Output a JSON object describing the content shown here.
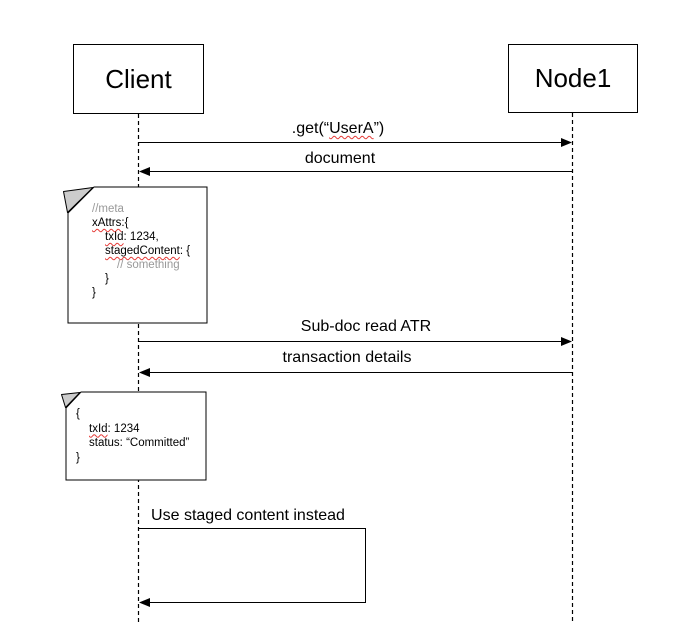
{
  "diagram": {
    "type": "sequence-diagram",
    "background": "#ffffff",
    "colors": {
      "line": "#000000",
      "box_fill": "#ffffff",
      "note_fill": "#ffffff",
      "note_fold": "#cccccc",
      "muted_text": "#999999",
      "spellcheck_squiggle": "#e53935"
    },
    "actors": [
      {
        "id": "client",
        "label": "Client"
      },
      {
        "id": "node1",
        "label": "Node1"
      }
    ],
    "messages": [
      {
        "id": "get-usera",
        "from": "Client",
        "to": "Node1",
        "direction": "right",
        "label": ".get(“UserA”)",
        "parts": [
          {
            "text": ".get(“",
            "style": "normal"
          },
          {
            "text": "UserA",
            "style": "misspelled"
          },
          {
            "text": "”)",
            "style": "normal"
          }
        ]
      },
      {
        "id": "document",
        "from": "Node1",
        "to": "Client",
        "direction": "left",
        "label": "document",
        "parts": [
          {
            "text": "document",
            "style": "normal"
          }
        ]
      },
      {
        "id": "sub-doc-read-atr",
        "from": "Client",
        "to": "Node1",
        "direction": "right",
        "label": "Sub-doc read ATR",
        "parts": [
          {
            "text": "Sub-doc read ATR",
            "style": "normal"
          }
        ]
      },
      {
        "id": "transaction-details",
        "from": "Node1",
        "to": "Client",
        "direction": "left",
        "label": "transaction details",
        "parts": [
          {
            "text": "transaction details",
            "style": "normal"
          }
        ]
      },
      {
        "id": "use-staged-content",
        "from": "Client",
        "to": "Client",
        "direction": "self",
        "label": "Use staged content instead",
        "parts": [
          {
            "text": "Use staged content instead",
            "style": "normal"
          }
        ]
      }
    ],
    "notes": [
      {
        "id": "meta-note",
        "attached_to": "Client",
        "lines": [
          {
            "indent": 0,
            "parts": [
              {
                "text": "//meta",
                "style": "muted"
              }
            ]
          },
          {
            "indent": 0,
            "parts": [
              {
                "text": "xAttrs",
                "style": "misspelled"
              },
              {
                "text": ":{",
                "style": "normal"
              }
            ]
          },
          {
            "indent": 1,
            "parts": [
              {
                "text": "txId",
                "style": "misspelled"
              },
              {
                "text": ": 1234,",
                "style": "normal"
              }
            ]
          },
          {
            "indent": 1,
            "parts": [
              {
                "text": "stagedContent",
                "style": "misspelled"
              },
              {
                "text": ": {",
                "style": "normal"
              }
            ]
          },
          {
            "indent": 2,
            "parts": [
              {
                "text": "// something",
                "style": "muted"
              }
            ]
          },
          {
            "indent": 1,
            "parts": [
              {
                "text": "}",
                "style": "normal"
              }
            ]
          },
          {
            "indent": 0,
            "parts": [
              {
                "text": "}",
                "style": "normal"
              }
            ]
          }
        ]
      },
      {
        "id": "transaction-note",
        "attached_to": "Client",
        "lines": [
          {
            "indent": 0,
            "parts": [
              {
                "text": "{",
                "style": "normal"
              }
            ]
          },
          {
            "indent": 1,
            "parts": [
              {
                "text": "txId",
                "style": "misspelled"
              },
              {
                "text": ": 1234",
                "style": "normal"
              }
            ]
          },
          {
            "indent": 1,
            "parts": [
              {
                "text": "status: “Committed”",
                "style": "normal"
              }
            ]
          },
          {
            "indent": 0,
            "parts": [
              {
                "text": "}",
                "style": "normal"
              }
            ]
          }
        ]
      }
    ]
  }
}
